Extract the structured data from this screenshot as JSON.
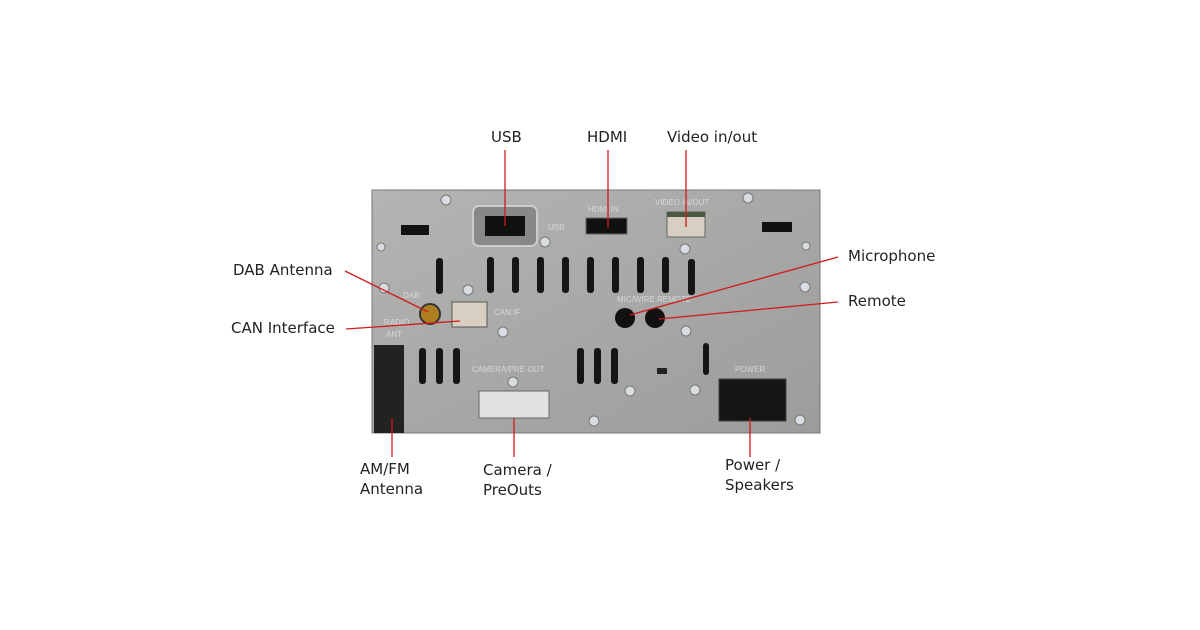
{
  "labels": {
    "usb": "USB",
    "hdmi": "HDMI",
    "video": "Video in/out",
    "microphone": "Microphone",
    "remote": "Remote",
    "dab": "DAB Antenna",
    "can": "CAN Interface",
    "amfm": [
      "AM/FM",
      "Antenna"
    ],
    "camera": [
      "Camera /",
      "PreOuts"
    ],
    "power": [
      "Power /",
      "Speakers"
    ]
  },
  "panel_print": {
    "usb": "USB",
    "hdmi": "HDMI IN",
    "video": "VIDEO IN/OUT",
    "dab": "DAB",
    "radio": "RADIO",
    "ant": "ANT",
    "canif": "CAN IF",
    "mic": "MIC/WIRE REMOTE",
    "camera": "CAMERA/PRE-OUT",
    "power": "POWER"
  },
  "colors": {
    "leader": "#d11a1a",
    "panel": "#a9a9a7"
  }
}
